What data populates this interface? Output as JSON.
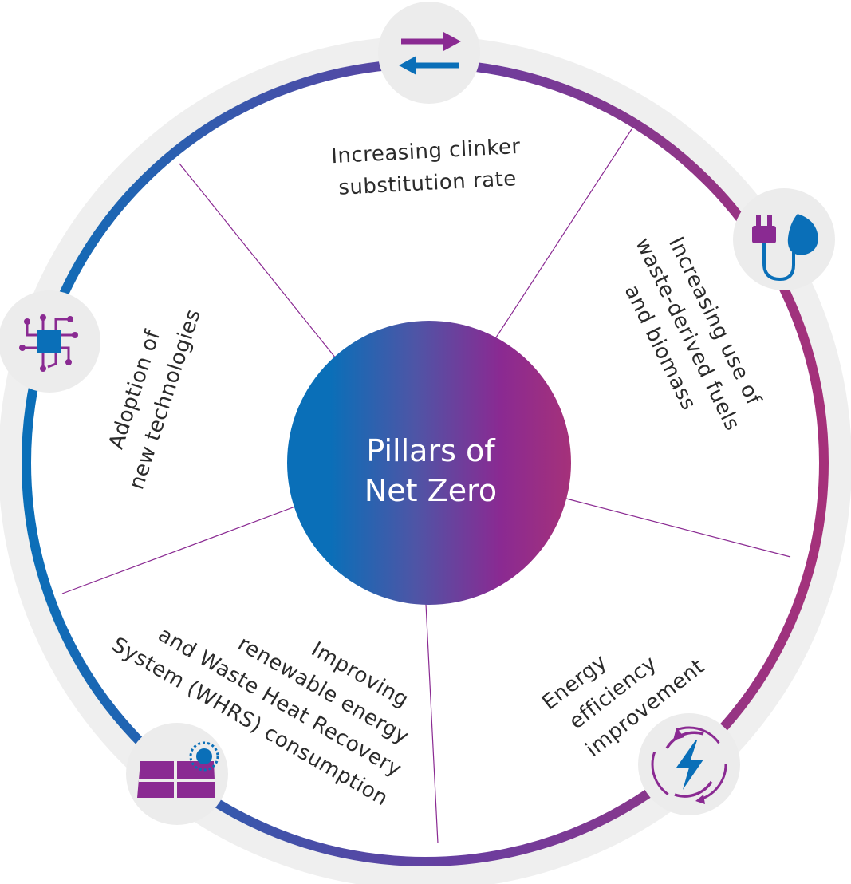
{
  "center": {
    "line1": "Pillars of",
    "line2": "Net Zero"
  },
  "segments": {
    "clinker": {
      "line1": "Increasing clinker",
      "line2": "substitution rate",
      "icon": "swap-arrows-icon"
    },
    "fuels": {
      "line1": "Increasing use of",
      "line2": "waste-derived fuels",
      "line3": "and biomass",
      "icon": "plug-leaf-icon"
    },
    "efficiency": {
      "line1": "Energy",
      "line2": "efficiency",
      "line3": "improvement",
      "icon": "lightning-cycle-icon"
    },
    "renewable": {
      "line1": "Improving",
      "line2": "renewable energy",
      "line3": "and Waste Heat Recovery",
      "line4": "System (WHRS) consumption",
      "icon": "solar-panel-sun-icon"
    },
    "technologies": {
      "line1": "Adoption of",
      "line2": "new technologies",
      "icon": "circuit-chip-icon"
    }
  },
  "colors": {
    "blue": "#0a6fb8",
    "purple": "#8a2a92",
    "magenta": "#a5317a",
    "ring_bg": "#efefef",
    "divider": "#8a2a92"
  }
}
